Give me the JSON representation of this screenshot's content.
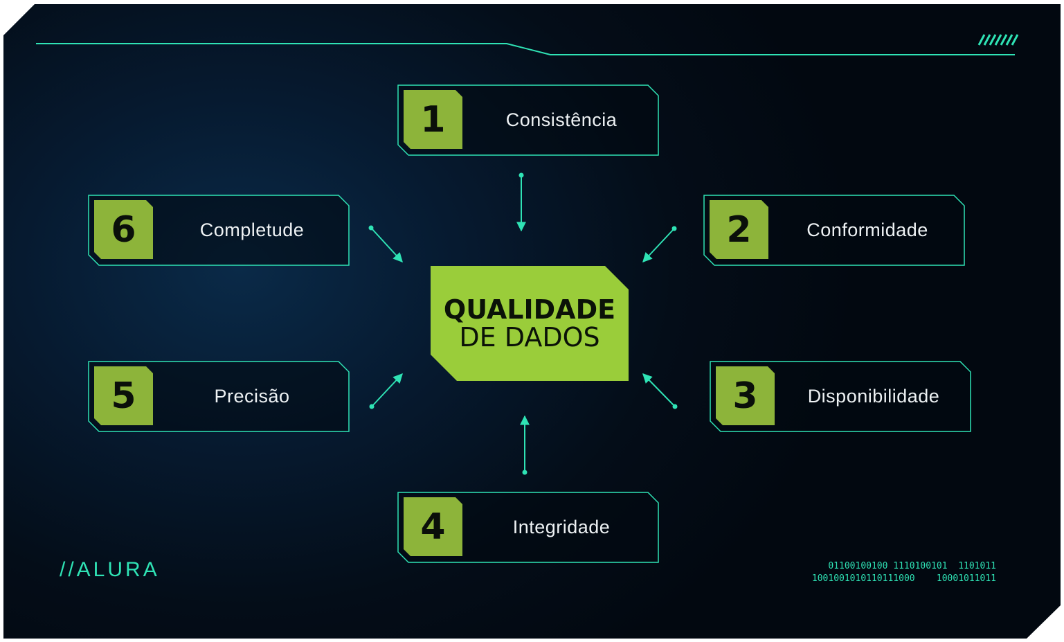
{
  "center": {
    "line1": "QUALIDADE",
    "line2": "DE DADOS"
  },
  "items": [
    {
      "number": "1",
      "label": "Consistência"
    },
    {
      "number": "2",
      "label": "Conformidade"
    },
    {
      "number": "3",
      "label": "Disponibilidade"
    },
    {
      "number": "4",
      "label": "Integridade"
    },
    {
      "number": "5",
      "label": "Precisão"
    },
    {
      "number": "6",
      "label": "Completude"
    }
  ],
  "logo": "//ALURA",
  "binary": {
    "line1": "01100100100 1110100101  1101011",
    "line2": "1001001010110111000    10001011011"
  },
  "colors": {
    "accent": "#2fe3b5",
    "badge_green": "#8db43a",
    "center_green": "#9acd3a",
    "background": "#040d18"
  }
}
